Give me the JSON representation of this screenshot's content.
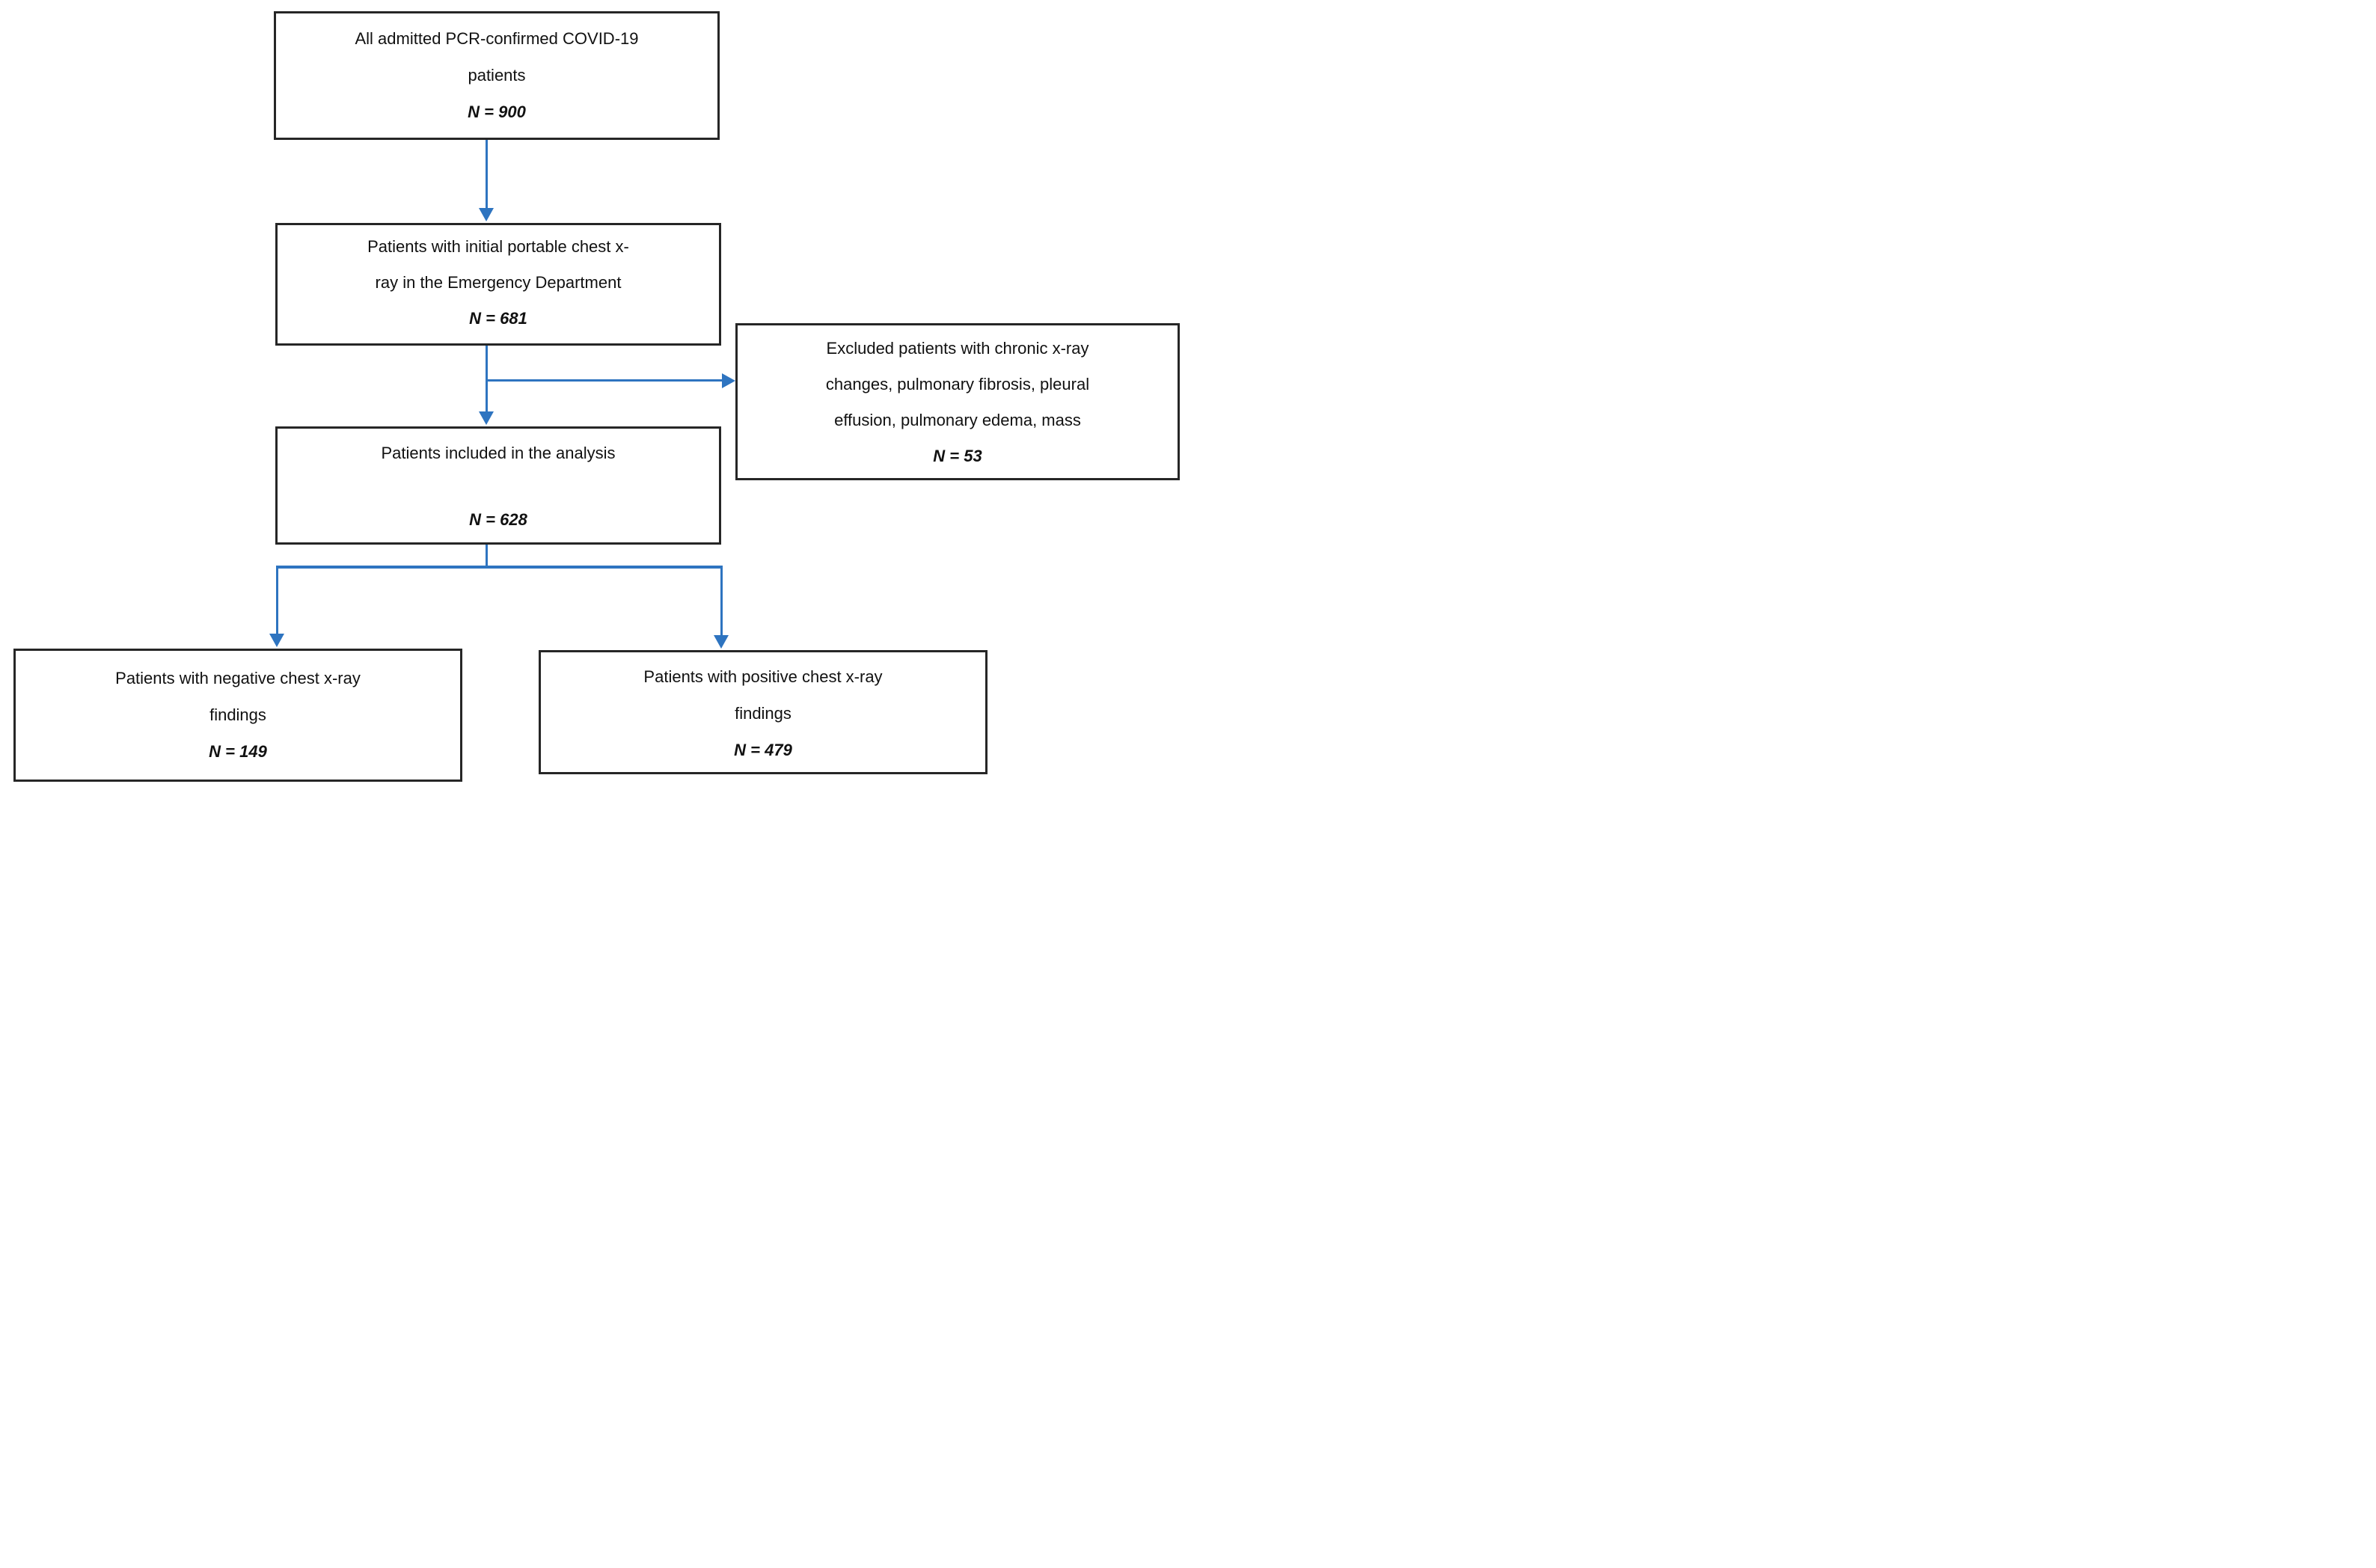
{
  "diagram": {
    "type": "patient-flow-chart",
    "accent_color": "#2E74C0",
    "box_border_color": "#262626",
    "text_color": "#111111",
    "nodes": {
      "admitted": {
        "text": "All admitted PCR-confirmed COVID-19\npatients",
        "n_label": "N = 900",
        "n": 900
      },
      "initial_xray": {
        "text": "Patients with initial portable chest x-\nray in the Emergency Department",
        "n_label": "N = 681",
        "n": 681
      },
      "excluded": {
        "text": "Excluded patients with chronic x-ray\nchanges, pulmonary fibrosis, pleural\neffusion, pulmonary edema, mass",
        "n_label": "N = 53",
        "n": 53
      },
      "included": {
        "text": "Patients included in the analysis",
        "n_label": "N = 628",
        "n": 628
      },
      "negative_xray": {
        "text": "Patients with negative chest x-ray\nfindings",
        "n_label": "N = 149",
        "n": 149
      },
      "positive_xray": {
        "text": "Patients with positive chest x-ray\nfindings",
        "n_label": "N = 479",
        "n": 479
      }
    },
    "edges": [
      {
        "from": "admitted",
        "to": "initial_xray"
      },
      {
        "from": "initial_xray",
        "to": "excluded"
      },
      {
        "from": "initial_xray",
        "to": "included"
      },
      {
        "from": "included",
        "to": "negative_xray"
      },
      {
        "from": "included",
        "to": "positive_xray"
      }
    ]
  }
}
